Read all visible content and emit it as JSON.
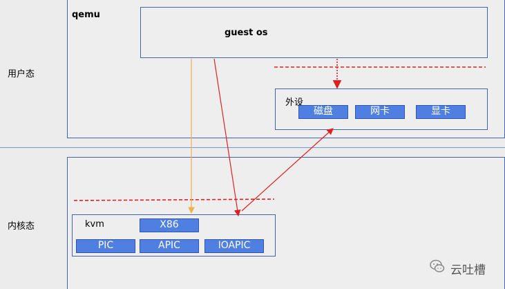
{
  "user_space_label": "用户态",
  "kernel_space_label": "内核态",
  "qemu": {
    "title": "qemu",
    "guest_os": "guest os",
    "peripherals": {
      "title": "外设",
      "items": [
        "磁盘",
        "网卡",
        "显卡"
      ]
    }
  },
  "kvm": {
    "title": "kvm",
    "top_items": [
      "X86"
    ],
    "bottom_items": [
      "PIC",
      "APIC",
      "IOAPIC"
    ]
  },
  "watermark": "云吐槽",
  "colors": {
    "box_border": "#3f64b4",
    "tag_fill": "#4f7fe0",
    "red_arrow": "#e02020",
    "orange_arrow": "#f0b050",
    "separator": "#6f98e0"
  }
}
